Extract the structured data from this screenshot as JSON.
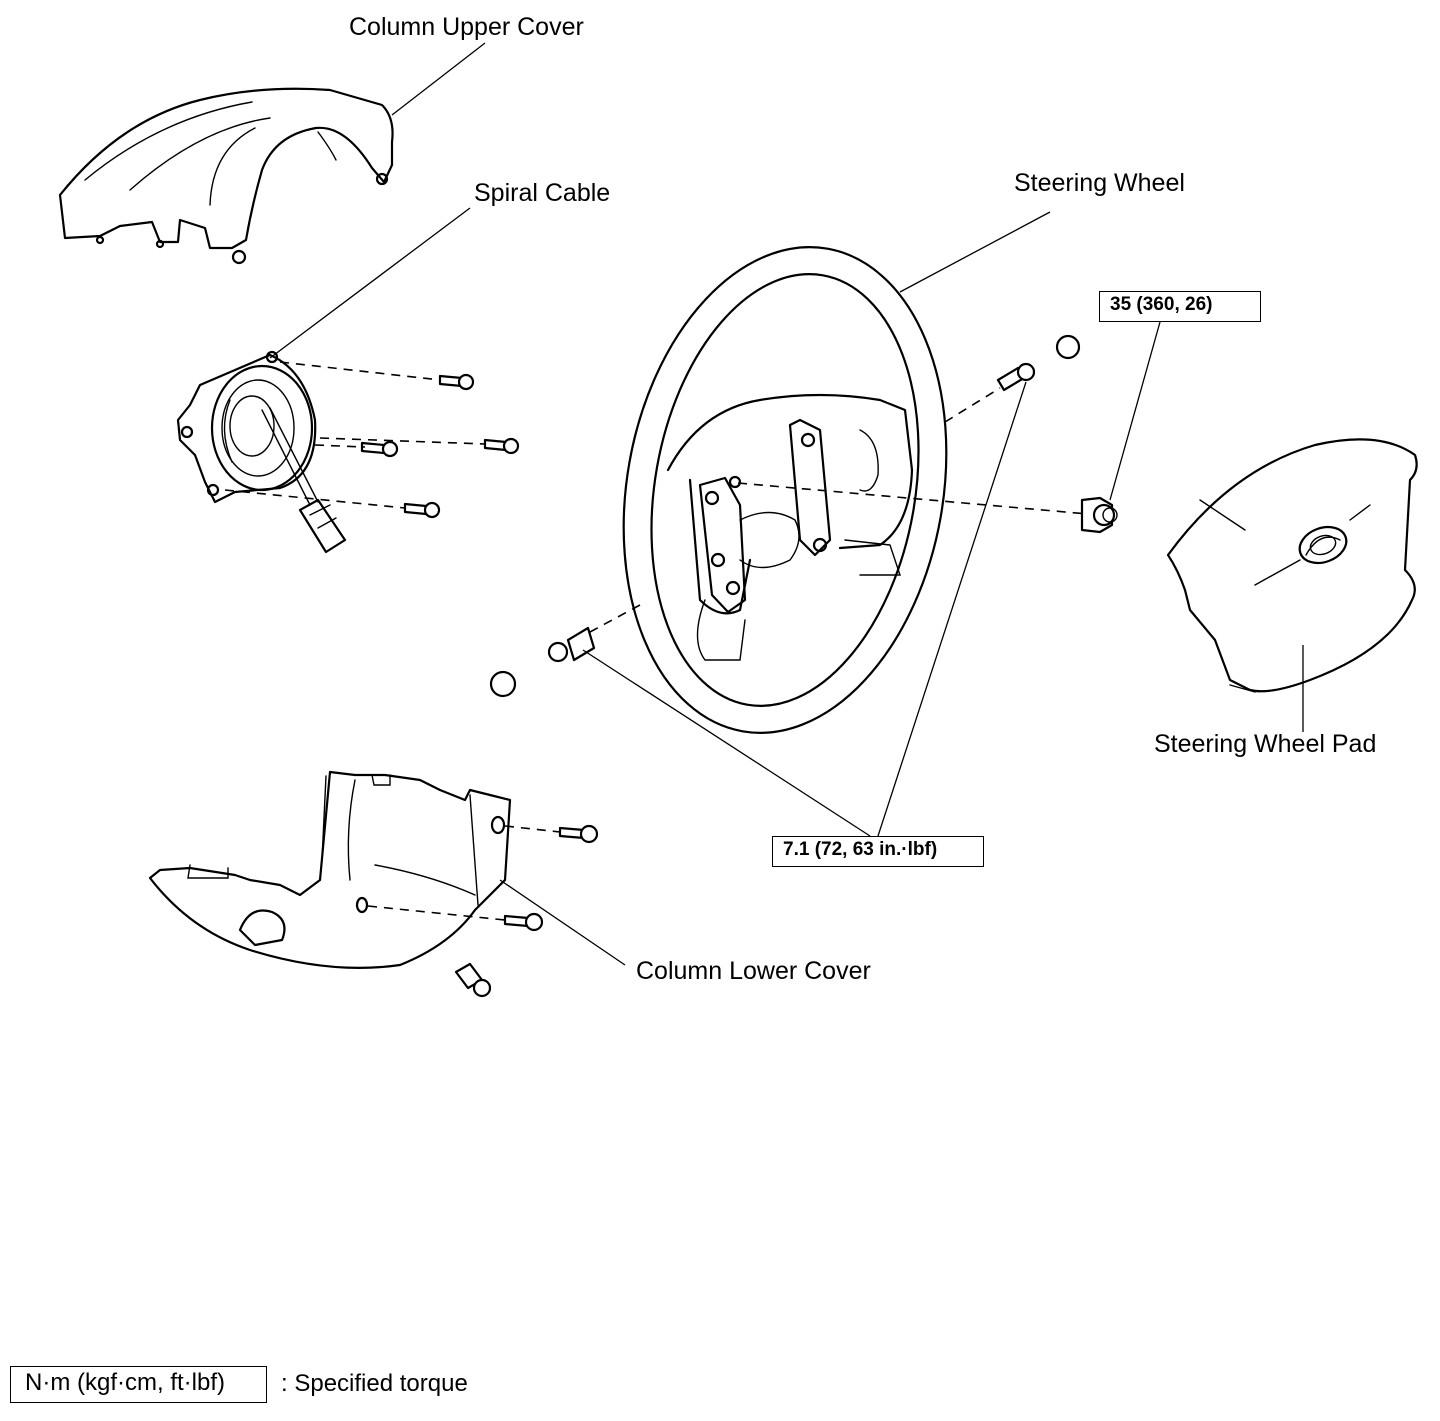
{
  "labels": {
    "column_upper_cover": "Column Upper Cover",
    "spiral_cable": "Spiral Cable",
    "steering_wheel": "Steering Wheel",
    "steering_wheel_pad": "Steering Wheel Pad",
    "column_lower_cover": "Column Lower Cover"
  },
  "torque_specs": {
    "nut": "35 (360, 26)",
    "screws": "7.1 (72, 63 in.·lbf)"
  },
  "legend": {
    "box_text": "N·m (kgf·cm, ft·lbf)",
    "description": ": Specified torque"
  }
}
